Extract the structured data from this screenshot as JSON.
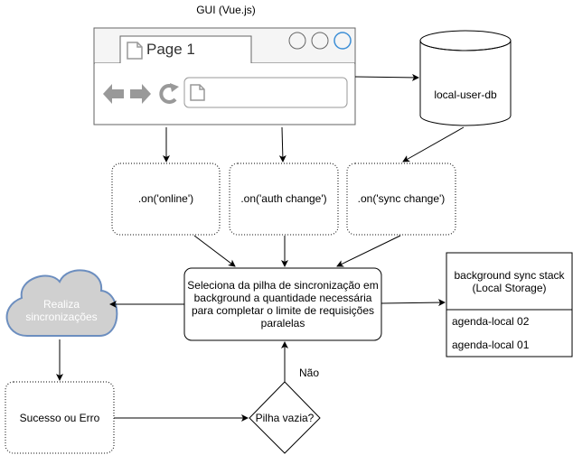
{
  "gui": {
    "title": "GUI (Vue.js)",
    "tab_label": "Page 1"
  },
  "database": {
    "label": "local-user-db"
  },
  "events": [
    {
      "label": ".on('online')"
    },
    {
      "label": ".on('auth change')"
    },
    {
      "label": ".on('sync change')"
    }
  ],
  "center_process": {
    "label": "Seleciona da pilha de sincronização em background a quantidade necessária para completar o limite de requisições paralelas"
  },
  "cloud": {
    "label": "Realiza sincronizações"
  },
  "result": {
    "label": "Sucesso ou Erro"
  },
  "decision": {
    "label": "Pilha vazia?",
    "no_label": "Não"
  },
  "stack": {
    "title": "background sync stack (Local Storage)",
    "items": [
      "agenda-local 02",
      "agenda-local 01"
    ]
  }
}
